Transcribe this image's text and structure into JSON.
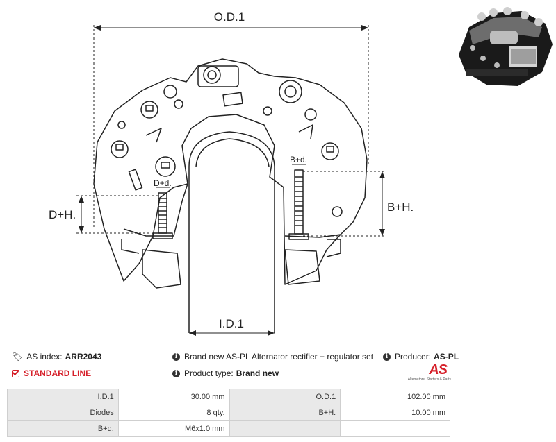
{
  "dimensions": {
    "od": "O.D.1",
    "id": "I.D.1",
    "dh": "D+H.",
    "bh": "B+H.",
    "dd": "D+d.",
    "bd": "B+d."
  },
  "info": {
    "as_index_label": "AS index:",
    "as_index_value": "ARR2043",
    "standard_line": "STANDARD LINE",
    "description": "Brand new AS-PL Alternator rectifier + regulator set",
    "product_type_label": "Product type:",
    "product_type_value": "Brand new",
    "producer_label": "Producer:",
    "producer_value": "AS-PL"
  },
  "logo": {
    "brand": "AS",
    "slogan": "Alternators, Starters & Parts"
  },
  "specs": [
    {
      "label1": "I.D.1",
      "value1": "30.00 mm",
      "label2": "O.D.1",
      "value2": "102.00 mm"
    },
    {
      "label1": "Diodes",
      "value1": "8 qty.",
      "label2": "B+H.",
      "value2": "10.00 mm"
    },
    {
      "label1": "B+d.",
      "value1": "M6x1.0 mm",
      "label2": "",
      "value2": ""
    }
  ],
  "colors": {
    "accent": "#d6202a",
    "label_bg": "#e9e9e9",
    "border": "#cfcfcf"
  }
}
